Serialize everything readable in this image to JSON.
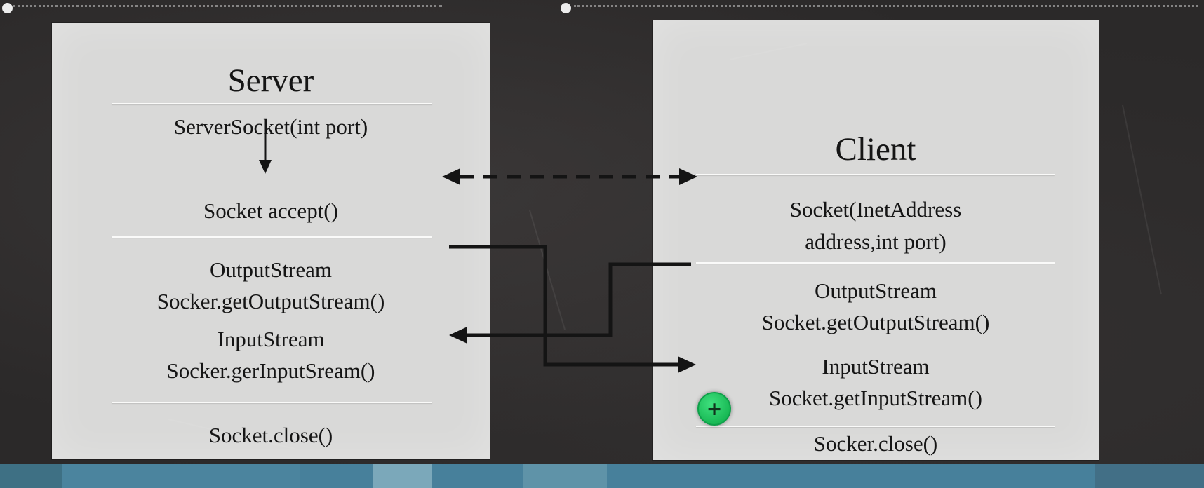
{
  "server": {
    "title": "Server",
    "constructor": "ServerSocket(int port)",
    "accept": "Socket accept()",
    "output_stream": {
      "line1": "OutputStream",
      "line2": "Socker.getOutputStream()"
    },
    "input_stream": {
      "line1": "InputStream",
      "line2": "Socker.gerInputSream()"
    },
    "close": "Socket.close()"
  },
  "client": {
    "title": "Client",
    "constructor": {
      "line1": "Socket(InetAddress",
      "line2": "address,int port)"
    },
    "output_stream": {
      "line1": "OutputStream",
      "line2": "Socket.getOutputStream()"
    },
    "input_stream": {
      "line1": "InputStream",
      "line2": "Socket.getInputStream()"
    },
    "close": "Socker.close()"
  },
  "annotations": {
    "plus_marker": "+"
  },
  "colors": {
    "background": "#2b2929",
    "panel": "#d9d9d8",
    "ink": "#151515",
    "arrow": "#141414",
    "timeline": "#47809b",
    "marker_green": "#1fc85e"
  }
}
